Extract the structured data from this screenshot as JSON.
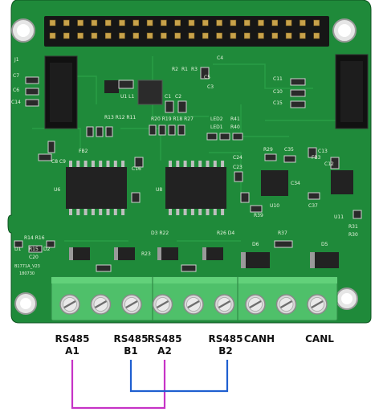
{
  "board": {
    "silkscreen": {
      "j1": "J1",
      "c7": "C7",
      "c6": "C6",
      "c14": "C14",
      "c8c9": "C8 C9",
      "fb2": "FB2",
      "u6": "U6",
      "r13r12r11": "R13 R12 R11",
      "r20r19r18r27": "R20 R19 R18 R27",
      "u1": "U1 L1",
      "c1": "C1",
      "c2": "C2",
      "c5": "C5",
      "c3": "C3",
      "c4": "C4",
      "r2": "R2",
      "r1": "R1",
      "r3": "R3",
      "c11": "C11",
      "c10": "C10",
      "c15": "C15",
      "led2": "LED2",
      "led1": "LED1",
      "r41": "R41",
      "r40": "R40",
      "r29": "R29",
      "c35": "C35",
      "fb3": "FB3",
      "c13": "C13",
      "c12": "C12",
      "c16": "C16",
      "c24": "C24",
      "c23": "C23",
      "u8": "U8",
      "u10": "U10",
      "c34": "C34",
      "r39": "R39",
      "c37": "C37",
      "u11": "U11",
      "r31": "R31",
      "r30": "R30",
      "r14r16": "R14 R16",
      "d1": "D1",
      "r15": "R15",
      "d2": "D2",
      "c20": "C20",
      "d3r22": "D3 R22",
      "r23": "R23",
      "r26d4": "R26 D4",
      "d6": "D6",
      "r37": "R37",
      "d5": "D5",
      "version": "B1771A_V23",
      "date": "180730"
    },
    "terminals": [
      {
        "label_line1": "RS485",
        "label_line2": "A1"
      },
      {
        "label_line1": "RS485",
        "label_line2": "B1"
      },
      {
        "label_line1": "RS485",
        "label_line2": "A2"
      },
      {
        "label_line1": "RS485",
        "label_line2": "B2"
      },
      {
        "label_line1": "CANH",
        "label_line2": ""
      },
      {
        "label_line1": "CANL",
        "label_line2": ""
      }
    ]
  },
  "colors": {
    "pcb": "#1f8a3a",
    "pcb_dark": "#166e2c",
    "terminal_block": "#4fc06a",
    "wire_a": "#c633c6",
    "wire_b": "#1f5fd0",
    "chip": "#222222",
    "header_pin": "#c8a24a"
  }
}
